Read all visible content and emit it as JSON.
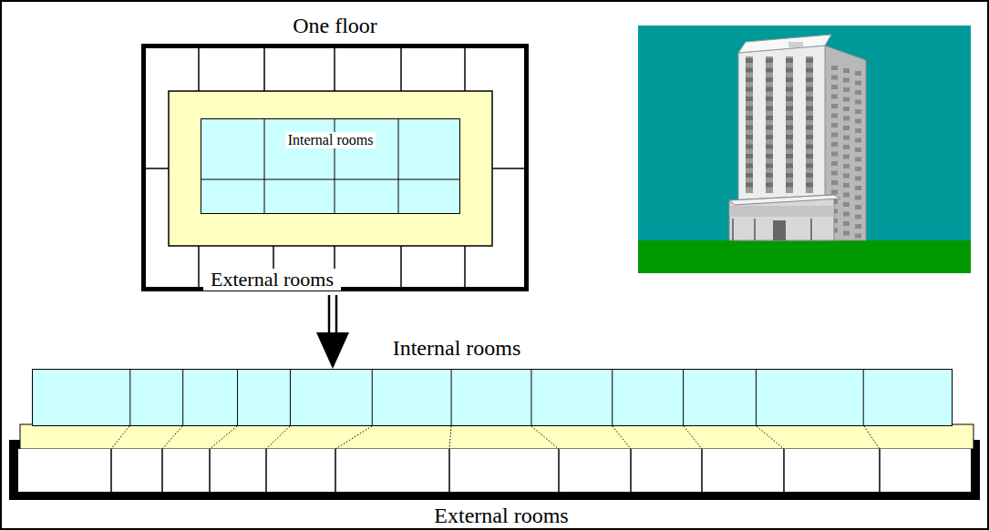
{
  "diagram": {
    "nodes": [
      {
        "text": [
          "One floor",
          "External rooms"
        ]
      },
      {
        "text": [
          "Internal rooms"
        ],
        "in": 0
      },
      {
        "text": [
          "Internal rooms"
        ]
      },
      {
        "text": [
          "External rooms"
        ]
      }
    ],
    "edges": [
      {
        "from": 0,
        "to": 2,
        "arrow": "to"
      }
    ]
  }
}
